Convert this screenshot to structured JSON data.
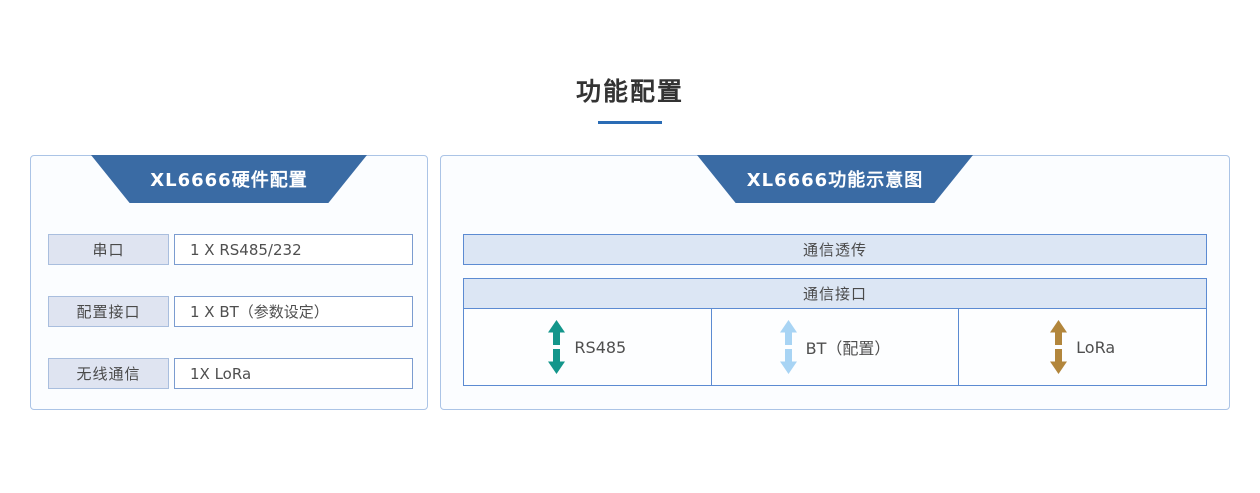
{
  "title": {
    "text": "功能配置",
    "underline_color": "#2a6cb5"
  },
  "panels": {
    "hardware": {
      "header": "XL6666硬件配置",
      "rows": [
        {
          "label": "串口",
          "value": "1 X RS485/232"
        },
        {
          "label": "配置接口",
          "value": "1 X BT（参数设定）"
        },
        {
          "label": "无线通信",
          "value": "1X LoRa"
        }
      ]
    },
    "diagram": {
      "header": "XL6666功能示意图",
      "transparent_bar": "通信透传",
      "interface_header": "通信接口",
      "interfaces": [
        {
          "label": "RS485",
          "icon": "double-vertical-arrow",
          "arrow_color": "#13968b"
        },
        {
          "label": "BT（配置）",
          "icon": "double-vertical-arrow",
          "arrow_color": "#a8d4f4"
        },
        {
          "label": "LoRa",
          "icon": "double-vertical-arrow",
          "arrow_color": "#b2863c"
        }
      ]
    }
  },
  "colors": {
    "header_blue": "#3a6ba4",
    "panel_border": "#abc4e6",
    "box_border_blue": "#5c8bd2",
    "light_blue_fill": "#dce6f4",
    "label_box_fill": "#dfe4f1"
  }
}
